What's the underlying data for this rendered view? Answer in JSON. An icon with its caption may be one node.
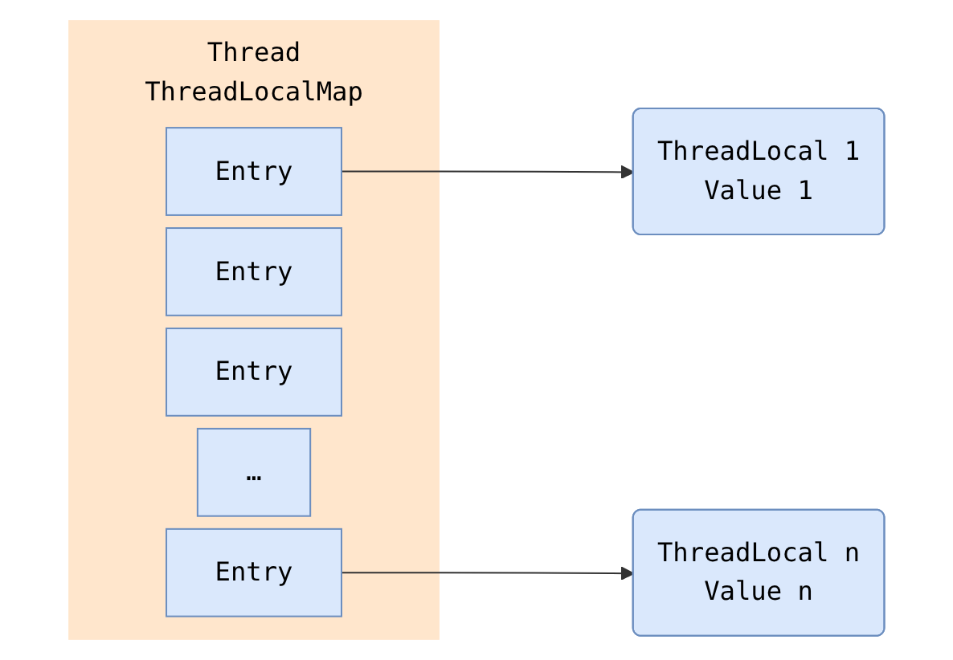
{
  "diagram": {
    "nodes": [
      {
        "text": [
          "Thread",
          "ThreadLocalMap"
        ]
      },
      {
        "text": [
          "Entry"
        ],
        "in": 0
      },
      {
        "text": [
          "Entry"
        ],
        "in": 0
      },
      {
        "text": [
          "Entry"
        ],
        "in": 0
      },
      {
        "text": [
          "…"
        ],
        "in": 0
      },
      {
        "text": [
          "Entry"
        ],
        "in": 0
      },
      {
        "text": [
          "ThreadLocal 1",
          "Value 1"
        ]
      },
      {
        "text": [
          "ThreadLocal n",
          "Value n"
        ]
      }
    ],
    "edges": [
      {
        "from": 1,
        "to": 6,
        "arrow": "to"
      },
      {
        "from": 5,
        "to": 7,
        "arrow": "to"
      }
    ]
  }
}
